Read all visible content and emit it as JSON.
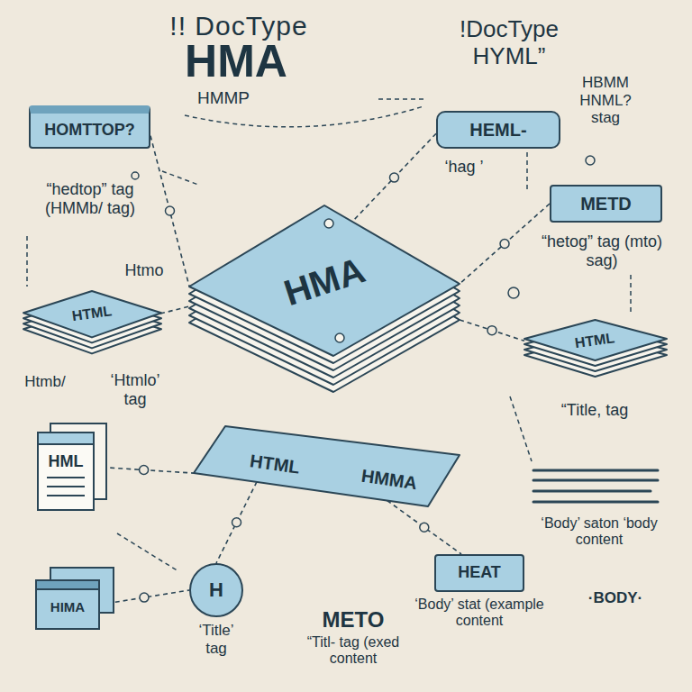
{
  "diagram": {
    "title": "!! DocType",
    "nodes": [
      {
        "text": [
          "HOMTTOP?"
        ]
      },
      {
        "text": [
          "HEML-"
        ]
      },
      {
        "text": [
          "METD"
        ]
      },
      {
        "text": [
          "HMA"
        ]
      },
      {
        "text": [
          "HTML"
        ]
      },
      {
        "text": [
          "HTML"
        ]
      },
      {
        "text": [
          "HML"
        ]
      },
      {
        "text": [
          "HTML",
          "HMMA"
        ]
      },
      {
        "text": [
          "HIMA"
        ]
      },
      {
        "text": [
          "H"
        ]
      },
      {
        "text": [
          "HEAT"
        ]
      }
    ],
    "edges": [
      {
        "from": 0,
        "to": 3,
        "arrow": "none"
      },
      {
        "from": 1,
        "to": 3,
        "arrow": "none"
      },
      {
        "from": 2,
        "to": 3,
        "arrow": "none"
      },
      {
        "from": 3,
        "to": 5,
        "arrow": "none"
      },
      {
        "from": 4,
        "to": 3,
        "arrow": "none"
      },
      {
        "from": 7,
        "to": 9,
        "arrow": "none"
      },
      {
        "from": 7,
        "to": 10,
        "arrow": "none"
      },
      {
        "from": 6,
        "to": 7,
        "arrow": "none"
      },
      {
        "from": 8,
        "to": 9,
        "arrow": "none"
      }
    ],
    "labels": [
      "HMA",
      "!DocType HYML”",
      "HMMP",
      "HBMM HNML? stag",
      "‘hag ’",
      "“hedtop” tag (HMMb/ tag)",
      "“hetog” tag (mto) sag)",
      "Htmo",
      "Htmb/",
      "‘Htmlo’ tag",
      "“Title, tag",
      "‘Body’ saton ‘body content",
      "·BODY·",
      "‘Title’ tag",
      "METO",
      "“Titl- tag (exed content",
      "‘Body’ stat (example content"
    ]
  }
}
